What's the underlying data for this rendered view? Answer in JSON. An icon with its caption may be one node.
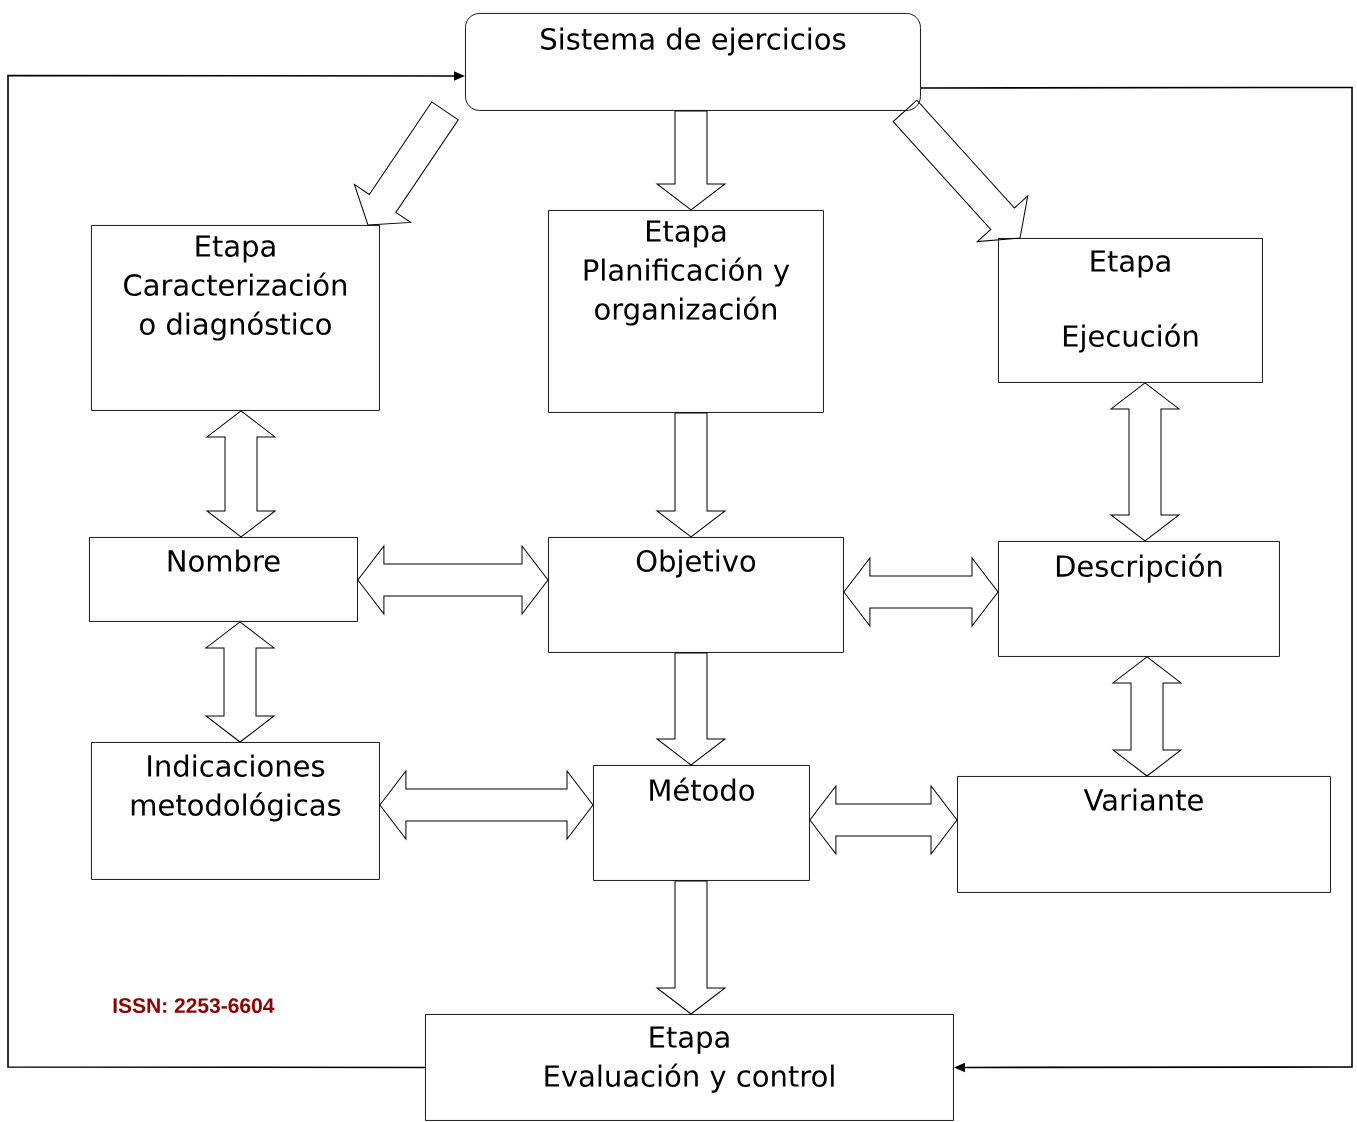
{
  "diagram": {
    "nodes": [
      {
        "text": [
          "Sistema de ejercicios"
        ]
      },
      {
        "text": [
          "Etapa Caracterización o diagnóstico"
        ]
      },
      {
        "text": [
          "Etapa Planificación y organización"
        ]
      },
      {
        "text": [
          "Etapa",
          "Ejecución"
        ]
      },
      {
        "text": [
          "Nombre"
        ]
      },
      {
        "text": [
          "Objetivo"
        ]
      },
      {
        "text": [
          "Descripción"
        ]
      },
      {
        "text": [
          "Indicaciones metodológicas"
        ]
      },
      {
        "text": [
          "Método"
        ]
      },
      {
        "text": [
          "Variante"
        ]
      },
      {
        "text": [
          "Etapa",
          "Evaluación y control"
        ]
      }
    ],
    "edges": [
      {
        "from": 0,
        "to": 1,
        "arrow": "to"
      },
      {
        "from": 0,
        "to": 2,
        "arrow": "to"
      },
      {
        "from": 0,
        "to": 3,
        "arrow": "to"
      },
      {
        "from": 1,
        "to": 4,
        "arrow": "both"
      },
      {
        "from": 2,
        "to": 5,
        "arrow": "to"
      },
      {
        "from": 3,
        "to": 6,
        "arrow": "both"
      },
      {
        "from": 4,
        "to": 5,
        "arrow": "both"
      },
      {
        "from": 5,
        "to": 6,
        "arrow": "both"
      },
      {
        "from": 4,
        "to": 7,
        "arrow": "both"
      },
      {
        "from": 5,
        "to": 8,
        "arrow": "to"
      },
      {
        "from": 6,
        "to": 9,
        "arrow": "both"
      },
      {
        "from": 7,
        "to": 8,
        "arrow": "both"
      },
      {
        "from": 8,
        "to": 9,
        "arrow": "both"
      },
      {
        "from": 8,
        "to": 10,
        "arrow": "to"
      },
      {
        "from": 10,
        "to": 0,
        "arrow": "to"
      },
      {
        "from": 0,
        "to": 10,
        "arrow": "to"
      }
    ],
    "labels": [
      "ISSN: 2253-6604"
    ]
  }
}
